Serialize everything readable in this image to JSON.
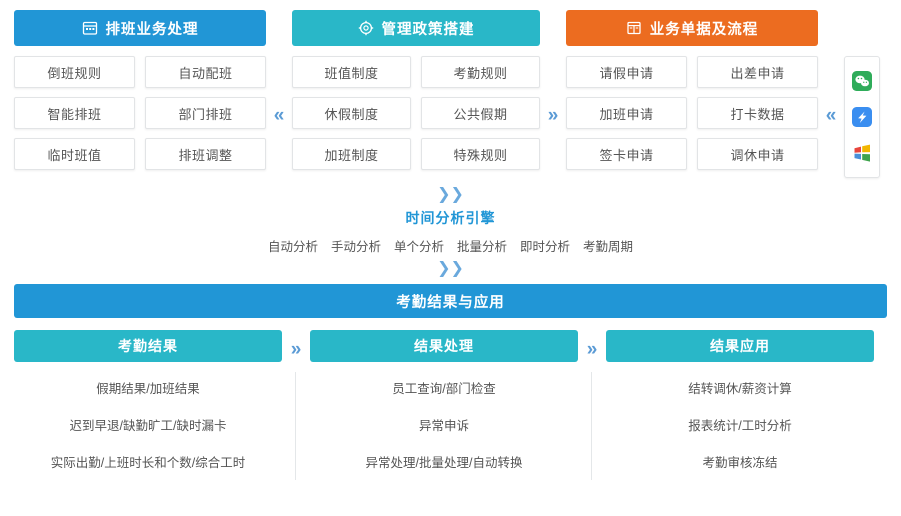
{
  "top_columns": [
    {
      "header": {
        "title": "排班业务处理",
        "icon": "calendar-icon",
        "color": "#2196d6"
      },
      "items": [
        "倒班规则",
        "自动配班",
        "智能排班",
        "部门排班",
        "临时班值",
        "排班调整"
      ]
    },
    {
      "header": {
        "title": "管理政策搭建",
        "icon": "gear-icon",
        "color": "#29b7c8"
      },
      "items": [
        "班值制度",
        "考勤规则",
        "休假制度",
        "公共假期",
        "加班制度",
        "特殊规则"
      ]
    },
    {
      "header": {
        "title": "业务单据及流程",
        "icon": "form-document-icon",
        "color": "#ec6c20"
      },
      "items": [
        "请假申请",
        "出差申请",
        "加班申请",
        "打卡数据",
        "签卡申请",
        "调休申请"
      ]
    }
  ],
  "separators": {
    "left": "«",
    "right": "»",
    "down": "»"
  },
  "app_panel": {
    "icons": [
      "wechat-icon",
      "dingtalk-icon",
      "windows-icon"
    ]
  },
  "engine": {
    "title": "时间分析引擎",
    "tags": [
      "自动分析",
      "手动分析",
      "单个分析",
      "批量分析",
      "即时分析",
      "考勤周期"
    ]
  },
  "results_banner": {
    "title": "考勤结果与应用",
    "color": "#2196d6"
  },
  "bottom_columns": [
    {
      "header": "考勤结果",
      "lines": [
        "假期结果/加班结果",
        "迟到早退/缺勤旷工/缺时漏卡",
        "实际出勤/上班时长和个数/综合工时"
      ]
    },
    {
      "header": "结果处理",
      "lines": [
        "员工查询/部门检查",
        "异常申诉",
        "异常处理/批量处理/自动转换"
      ]
    },
    {
      "header": "结果应用",
      "lines": [
        "结转调休/薪资计算",
        "报表统计/工时分析",
        "考勤审核冻结"
      ]
    }
  ]
}
